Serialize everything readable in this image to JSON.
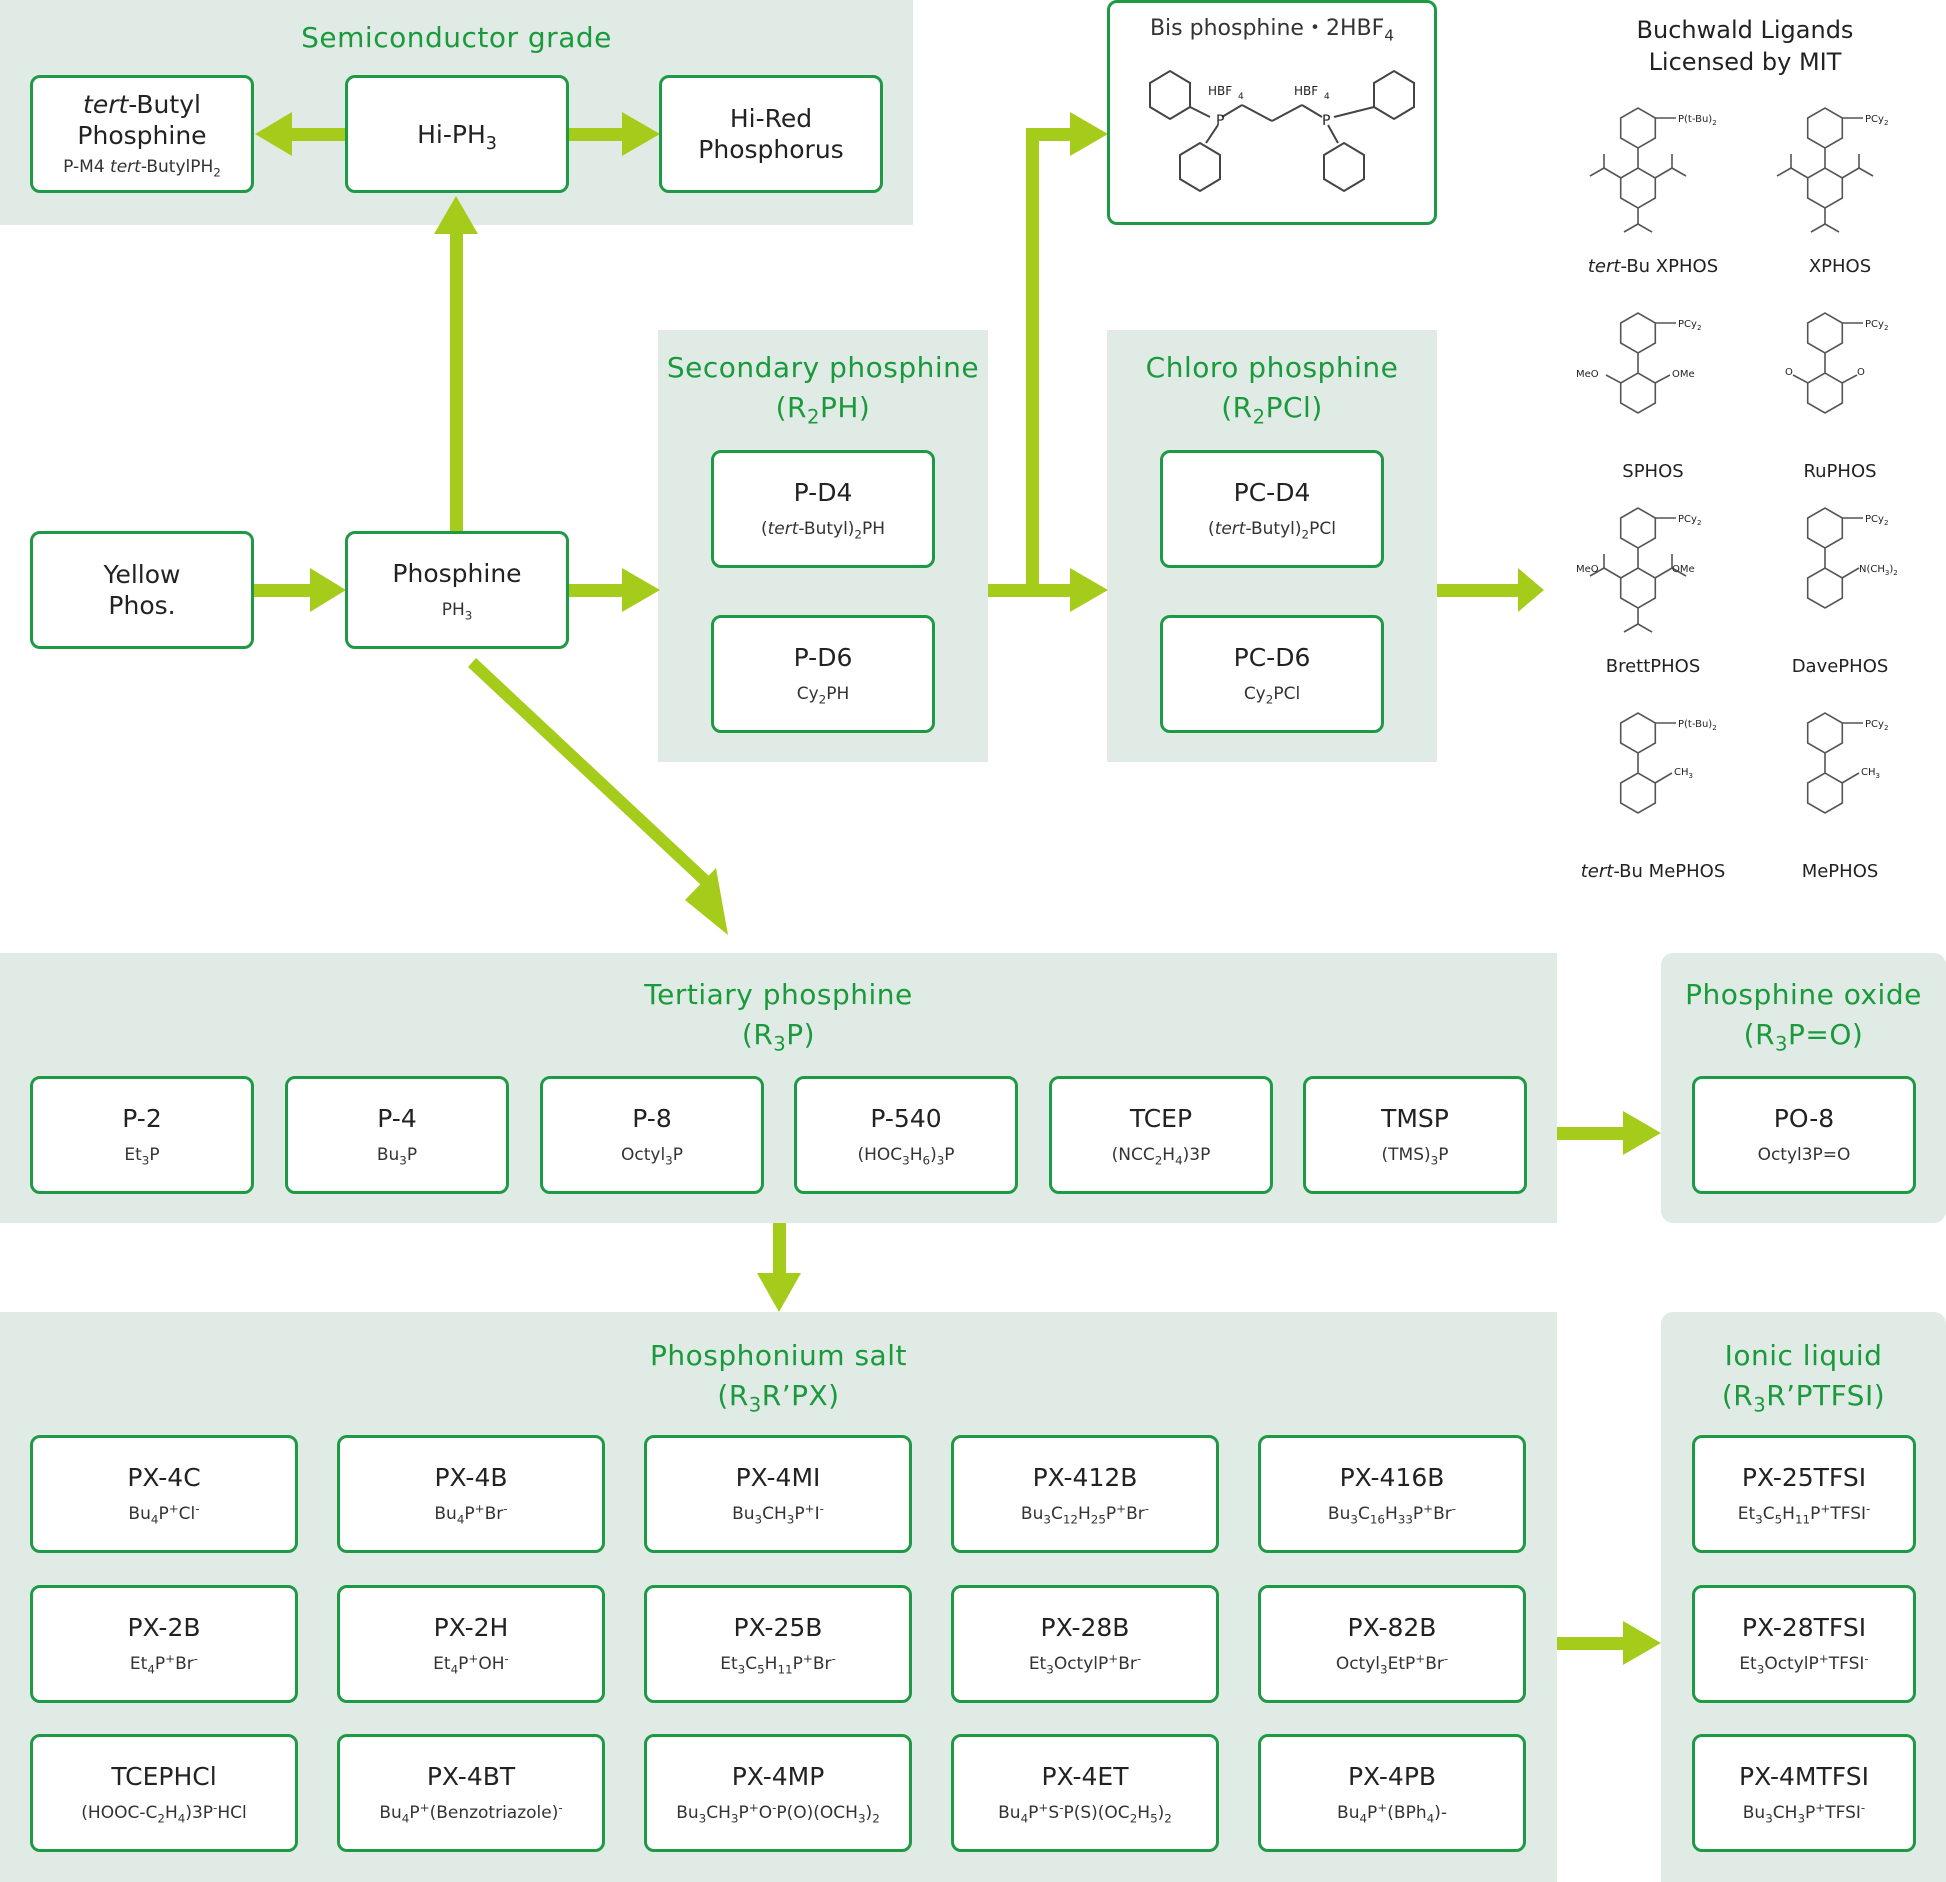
{
  "colors": {
    "accent_green": "#1a9a3c",
    "arrow_lime": "#a6cc1b",
    "panel_bg": "#e1ebe5",
    "box_border": "#1f9a44"
  },
  "semiconductor": {
    "title": "Semiconductor grade",
    "tbutyl": {
      "l1a": "tert",
      "l1b": "-Butyl",
      "l2": "Phosphine",
      "sub": "P-M4 ",
      "sub_i": "tert",
      "sub_b": "-ButylPH",
      "sub_n": "2"
    },
    "hiph3": {
      "a": "Hi-PH",
      "n": "3"
    },
    "hired": {
      "l1": "Hi-Red",
      "l2": "Phosphorus"
    }
  },
  "bis": {
    "title": "Bis phosphine・2HBF",
    "title_sub": "4",
    "hbf": "HBF",
    "hbf_n": "4",
    "p": "P"
  },
  "yellow": {
    "l1": "Yellow",
    "l2": "Phos."
  },
  "phosphine": {
    "t": "Phosphine",
    "s": "PH",
    "s_n": "3"
  },
  "secondary": {
    "title": "Secondary phosphine",
    "formula_a": "(R",
    "formula_n": "2",
    "formula_b": "PH)",
    "pd4": {
      "t": "P-D4",
      "a": "(",
      "i": "tert",
      "b": "-Butyl)",
      "n": "2",
      "c": "PH"
    },
    "pd6": {
      "t": "P-D6",
      "a": "Cy",
      "n": "2",
      "b": "PH"
    }
  },
  "chloro": {
    "title": "Chloro phosphine",
    "formula_a": "(R",
    "formula_n": "2",
    "formula_b": "PCl)",
    "pcd4": {
      "t": "PC-D4",
      "a": "(",
      "i": "tert",
      "b": "-Butyl)",
      "n": "2",
      "c": "PCl"
    },
    "pcd6": {
      "t": "PC-D6",
      "a": "Cy",
      "n": "2",
      "b": "PCl"
    }
  },
  "buchwald": {
    "title1": "Buchwald Ligands",
    "title2": "Licensed by MIT",
    "ligands": [
      {
        "i": "tert",
        "n": "-Bu XPHOS",
        "label": "P(t-Bu)",
        "label_n": "2"
      },
      {
        "i": "",
        "n": "XPHOS",
        "label": "PCy",
        "label_n": "2"
      },
      {
        "i": "",
        "n": "SPHOS",
        "label": "PCy",
        "label_n": "2",
        "sub1": "MeO",
        "sub2": "OMe"
      },
      {
        "i": "",
        "n": "RuPHOS",
        "label": "PCy",
        "label_n": "2",
        "sub1": "O",
        "sub2": "O"
      },
      {
        "i": "",
        "n": "BrettPHOS",
        "label": "PCy",
        "label_n": "2",
        "sub1": "MeO",
        "sub2": "OMe"
      },
      {
        "i": "",
        "n": "DavePHOS",
        "label": "PCy",
        "label_n": "2",
        "sub1": "N(CH",
        "sub1_n": "3",
        "sub1_b": ")",
        "sub1_n2": "2"
      },
      {
        "i": "tert",
        "n": "-Bu MePHOS",
        "label": "P(t-Bu)",
        "label_n": "2",
        "sub1": "CH",
        "sub1_n": "3"
      },
      {
        "i": "",
        "n": "MePHOS",
        "label": "PCy",
        "label_n": "2",
        "sub1": "CH",
        "sub1_n": "3"
      }
    ]
  },
  "tertiary": {
    "title": "Tertiary phosphine",
    "formula_a": "(R",
    "formula_n": "3",
    "formula_b": "P)",
    "items": [
      {
        "t": "P-2",
        "a": "Et",
        "n": "3",
        "b": "P"
      },
      {
        "t": "P-4",
        "a": "Bu",
        "n": "3",
        "b": "P"
      },
      {
        "t": "P-8",
        "a": "Octyl",
        "n": "3",
        "b": "P"
      },
      {
        "t": "P-540",
        "a": "(HOC",
        "n": "3",
        "b": "H",
        "n2": "6",
        "c": ")",
        "n3": "3",
        "d": "P"
      },
      {
        "t": "TCEP",
        "a": "(NCC",
        "n": "2",
        "b": "H",
        "n2": "4",
        "c": ")3P"
      },
      {
        "t": "TMSP",
        "a": "(TMS)",
        "n": "3",
        "b": "P"
      }
    ]
  },
  "oxide": {
    "title": "Phosphine oxide",
    "formula_a": "(R",
    "formula_n": "3",
    "formula_b": "P=O)",
    "po8": {
      "t": "PO-8",
      "s": "Octyl3P=O"
    }
  },
  "salt": {
    "title": "Phosphonium salt",
    "formula_a": "(R",
    "formula_n": "3",
    "formula_b": "R’PX)",
    "rows": [
      [
        {
          "t": "PX-4C",
          "html": "Bu<sub>4</sub>P<sup>+</sup>Cl<sup>-</sup>"
        },
        {
          "t": "PX-4B",
          "html": "Bu<sub>4</sub>P<sup>+</sup>Br<sup>-</sup>"
        },
        {
          "t": "PX-4MI",
          "html": "Bu<sub>3</sub>CH<sub>3</sub>P<sup>+</sup>I<sup>-</sup>"
        },
        {
          "t": "PX-412B",
          "html": "Bu<sub>3</sub>C<sub>12</sub>H<sub>25</sub>P<sup>+</sup>Br<sup>-</sup>"
        },
        {
          "t": "PX-416B",
          "html": "Bu<sub>3</sub>C<sub>16</sub>H<sub>33</sub>P<sup>+</sup>Br<sup>-</sup>"
        }
      ],
      [
        {
          "t": "PX-2B",
          "html": "Et<sub>4</sub>P<sup>+</sup>Br<sup>-</sup>"
        },
        {
          "t": "PX-2H",
          "html": "Et<sub>4</sub>P<sup>+</sup>OH<sup>-</sup>"
        },
        {
          "t": "PX-25B",
          "html": "Et<sub>3</sub>C<sub>5</sub>H<sub>11</sub>P<sup>+</sup>Br<sup>-</sup>"
        },
        {
          "t": "PX-28B",
          "html": "Et<sub>3</sub>OctylP<sup>+</sup>Br<sup>-</sup>"
        },
        {
          "t": "PX-82B",
          "html": "Octyl<sub>3</sub>EtP<sup>+</sup>Br<sup>-</sup>"
        }
      ],
      [
        {
          "t": "TCEPHCl",
          "html": "(HOOC-C<sub>2</sub>H<sub>4</sub>)3P<sup>-</sup>HCl"
        },
        {
          "t": "PX-4BT",
          "html": "Bu<sub>4</sub>P<sup>+</sup>(Benzotriazole)<sup>-</sup>"
        },
        {
          "t": "PX-4MP",
          "html": "Bu<sub>3</sub>CH<sub>3</sub>P<sup>+</sup>O<sup>-</sup>P(O)(OCH<sub>3</sub>)<sub>2</sub>"
        },
        {
          "t": "PX-4ET",
          "html": "Bu<sub>4</sub>P<sup>+</sup>S<sup>-</sup>P(S)(OC<sub>2</sub>H<sub>5</sub>)<sub>2</sub>"
        },
        {
          "t": "PX-4PB",
          "html": "Bu<sub>4</sub>P<sup>+</sup>(BPh<sub>4</sub>)-"
        }
      ]
    ]
  },
  "ionic": {
    "title": "Ionic liquid",
    "formula_a": "(R",
    "formula_n": "3",
    "formula_b": "R’PTFSI)",
    "items": [
      {
        "t": "PX-25TFSI",
        "html": "Et<sub>3</sub>C<sub>5</sub>H<sub>11</sub>P<sup>+</sup>TFSI<sup>-</sup>"
      },
      {
        "t": "PX-28TFSI",
        "html": "Et<sub>3</sub>OctylP<sup>+</sup>TFSI<sup>-</sup>"
      },
      {
        "t": "PX-4MTFSI",
        "html": "Bu<sub>3</sub>CH<sub>3</sub>P<sup>+</sup>TFSI<sup>-</sup>"
      }
    ]
  }
}
